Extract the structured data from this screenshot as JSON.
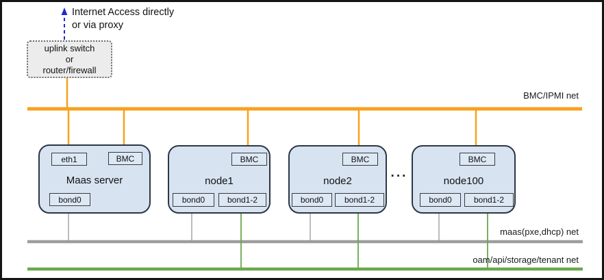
{
  "colors": {
    "bmc_net": "#F7A11C",
    "maas_net": "#9D9D9D",
    "oam_net": "#6AA84F",
    "node_fill": "#D7E3F1",
    "port_fill": "#DDE8F5",
    "node_border": "#2C3645",
    "arrow_blue": "#2329CE",
    "uplink_fill": "#ECECEC"
  },
  "internet_label": {
    "line1": "Internet Access directly",
    "line2": "or via proxy"
  },
  "uplink_box": {
    "line1": "uplink switch",
    "line2": "or",
    "line3": "router/firewall"
  },
  "networks": {
    "bmc": {
      "label": "BMC/IPMI net"
    },
    "maas": {
      "label": "maas(pxe,dhcp) net"
    },
    "oam": {
      "label": "oam/api/storage/tenant net"
    }
  },
  "ellipsis": "···",
  "nodes": [
    {
      "label": "Maas server",
      "ports_top": [
        "eth1",
        "BMC"
      ],
      "ports_bottom": [
        "bond0"
      ]
    },
    {
      "label": "node1",
      "ports_top": [
        "BMC"
      ],
      "ports_bottom": [
        "bond0",
        "bond1-2"
      ]
    },
    {
      "label": "node2",
      "ports_top": [
        "BMC"
      ],
      "ports_bottom": [
        "bond0",
        "bond1-2"
      ]
    },
    {
      "label": "node100",
      "ports_top": [
        "BMC"
      ],
      "ports_bottom": [
        "bond0",
        "bond1-2"
      ]
    }
  ]
}
